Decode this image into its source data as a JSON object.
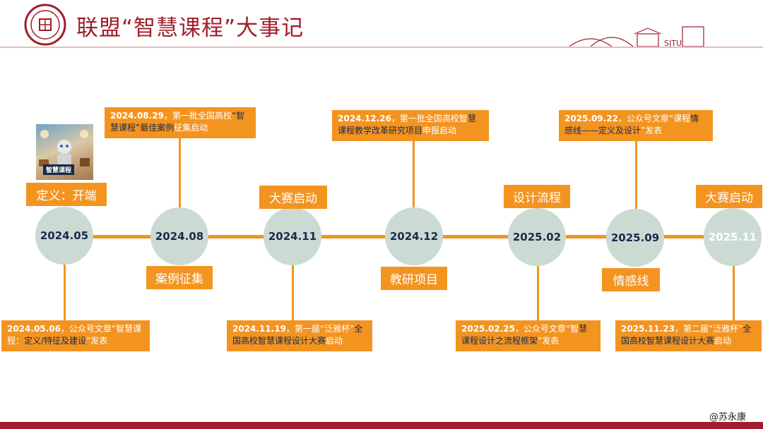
{
  "header": {
    "title": "联盟“智慧课程”大事记",
    "logo_icon": "university-seal-icon",
    "skyline_icon": "campus-gate-skyline-icon",
    "skyline_text": "SJTU",
    "accent_color": "#a11d2b"
  },
  "timeline": {
    "line_color": "#f39421",
    "node_color": "#cbdbd3",
    "nodes": [
      "2024.05",
      "2024.08",
      "2024.11",
      "2024.12",
      "2025.02",
      "2025.09",
      "2025.11"
    ],
    "labels": [
      "定义：开端",
      "案例征集",
      "大赛启动",
      "教研项目",
      "设计流程",
      "情感线",
      "大赛启动"
    ]
  },
  "events": [
    {
      "date": "2024.05.06",
      "pre": "，公众号文章“智慧课程：",
      "em": "定义/特征及建设",
      "post": "”发表"
    },
    {
      "date": "2024.08.29",
      "pre": "，第一批全国高校",
      "em": "“智慧课程”最佳案例",
      "post": "征集启动"
    },
    {
      "date": "2024.11.19",
      "pre": "，第一届“泛雅杯”",
      "em": "全国高校智慧课程设计大赛",
      "post": "启动"
    },
    {
      "date": "2024.12.26",
      "pre": "，第一批全国高校智",
      "em": "慧课程教学改革研究项目",
      "post": "申报启动"
    },
    {
      "date": "2025.02.25",
      "pre": "，公众号文章“智",
      "em": "慧课程设计之流程框架",
      "post": "”发表"
    },
    {
      "date": "2025.09.22",
      "pre": "，公众号文章“课程",
      "em": "情感线——定义及设计",
      "post": "”发表"
    },
    {
      "date": "2025.11.23",
      "pre": "，第二届“泛雅杯”",
      "em": "全国高校智慧课程设计大赛",
      "post": "启动"
    }
  ],
  "thumbnail": {
    "caption": "智慧课程",
    "icon": "robot-reading-books-illustration"
  },
  "footer": {
    "credit": "@苏永康",
    "bar_color": "#a11d2b"
  }
}
